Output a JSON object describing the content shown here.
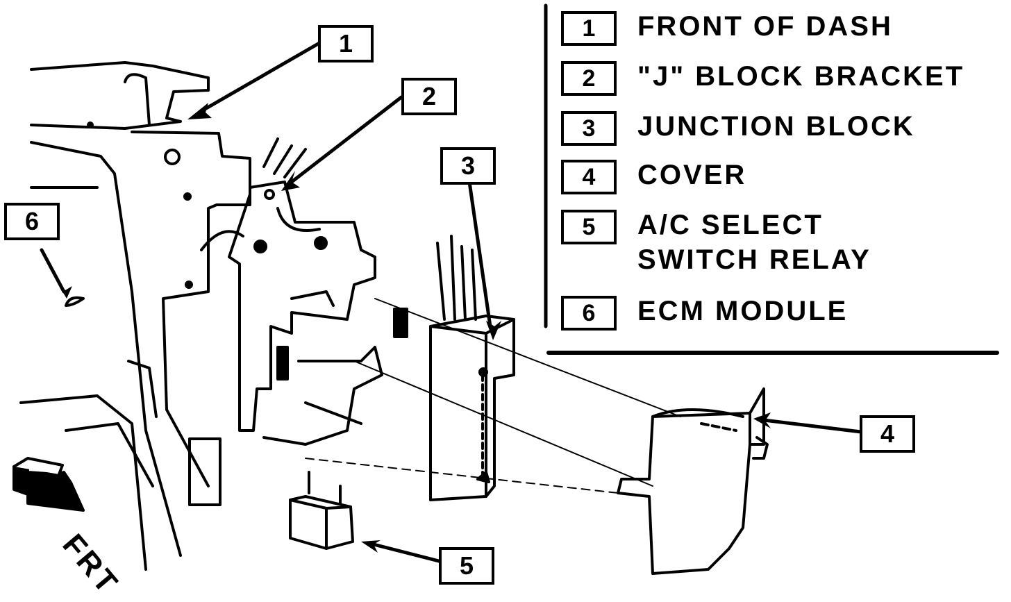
{
  "legend": [
    {
      "num": "1",
      "label": "FRONT OF DASH"
    },
    {
      "num": "2",
      "label": "\"J\" BLOCK BRACKET"
    },
    {
      "num": "3",
      "label": "JUNCTION BLOCK"
    },
    {
      "num": "4",
      "label": "COVER"
    },
    {
      "num": "5",
      "label": "A/C SELECT",
      "label2": "SWITCH RELAY"
    },
    {
      "num": "6",
      "label": "ECM MODULE"
    }
  ],
  "callouts": {
    "c1": "1",
    "c2": "2",
    "c3": "3",
    "c4": "4",
    "c5": "5",
    "c6": "6"
  },
  "direction_label": "FRT",
  "colors": {
    "ink": "#000000",
    "paper": "#ffffff"
  }
}
